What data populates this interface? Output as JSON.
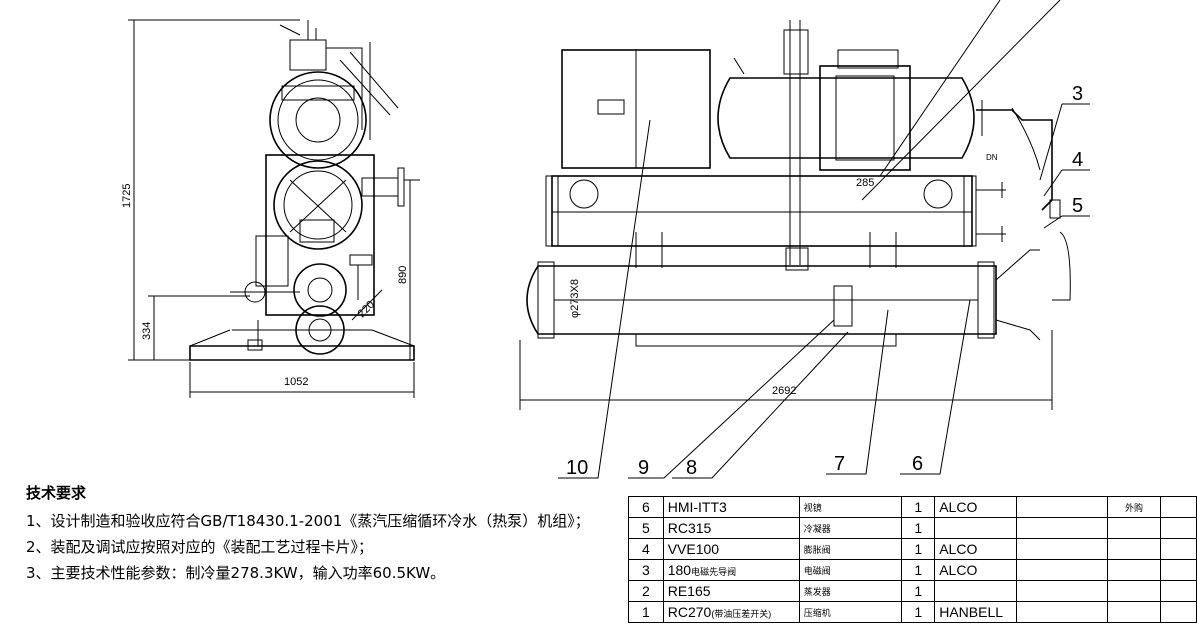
{
  "dimensions": {
    "height_total": "1725",
    "height_mid": "890",
    "height_base": "334",
    "width_side": "1052",
    "length_total": "2692",
    "pipe_dim_small": "285",
    "pipe_dim_dn": "DN",
    "flange_dim": "220",
    "shell_dia": "φ273X8"
  },
  "callouts": [
    "10",
    "9",
    "8",
    "7",
    "6",
    "3",
    "4",
    "5"
  ],
  "notes": {
    "title": "技术要求",
    "items": [
      "1、设计制造和验收应符合GB/T18430.1-2001《蒸汽压缩循环冷水（热泵）机组》；",
      "2、装配及调试应按照对应的《装配工艺过程卡片》；",
      "3、主要技术性能参数：制冷量278.3KW，输入功率60.5KW。"
    ]
  },
  "bom": [
    {
      "no": "6",
      "model": "HMI-ITT3",
      "model_note": "",
      "name": "视镜",
      "qty": "1",
      "maker": "ALCO",
      "remark": "外购"
    },
    {
      "no": "5",
      "model": "RC315",
      "model_note": "",
      "name": "冷凝器",
      "qty": "1",
      "maker": "",
      "remark": ""
    },
    {
      "no": "4",
      "model": "VVE100",
      "model_note": "",
      "name": "膨胀阀",
      "qty": "1",
      "maker": "ALCO",
      "remark": ""
    },
    {
      "no": "3",
      "model": "180",
      "model_note": "电磁先导阀",
      "name": "电磁阀",
      "qty": "1",
      "maker": "ALCO",
      "remark": ""
    },
    {
      "no": "2",
      "model": "RE165",
      "model_note": "",
      "name": "蒸发器",
      "qty": "1",
      "maker": "",
      "remark": ""
    },
    {
      "no": "1",
      "model": "RC270",
      "model_note": "(带油压差开关)",
      "name": "压缩机",
      "qty": "1",
      "maker": "HANBELL",
      "remark": ""
    }
  ]
}
